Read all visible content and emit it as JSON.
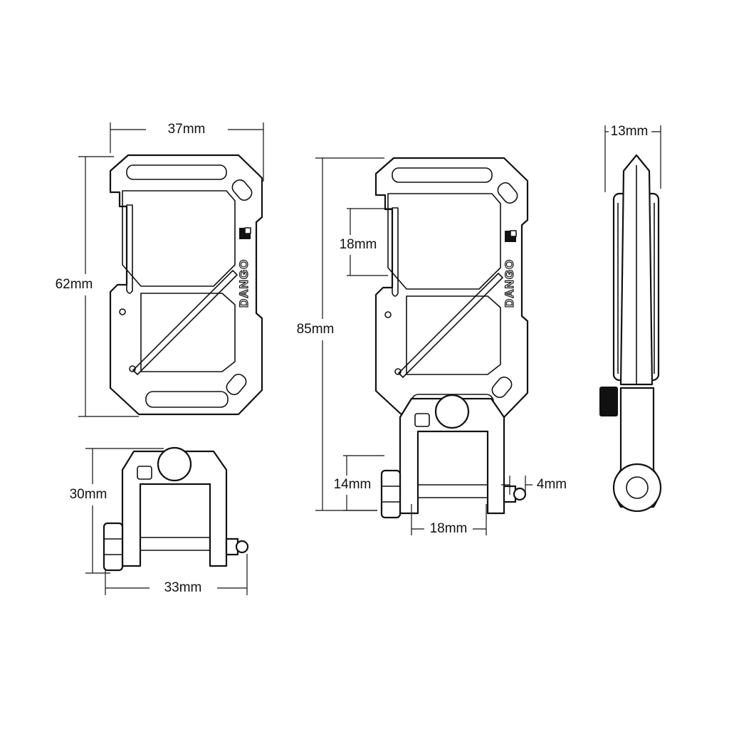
{
  "brand": {
    "logo_text": "DANGO"
  },
  "dimensions": {
    "front_width": "37mm",
    "front_height": "62mm",
    "shackle_height": "30mm",
    "shackle_width": "33mm",
    "total_height": "85mm",
    "gate_opening": "18mm",
    "shackle_opening_height": "14mm",
    "shackle_opening_width": "18mm",
    "screw_length": "4mm",
    "side_thickness": "13mm"
  },
  "colors": {
    "line": "#111111",
    "background": "#ffffff"
  }
}
